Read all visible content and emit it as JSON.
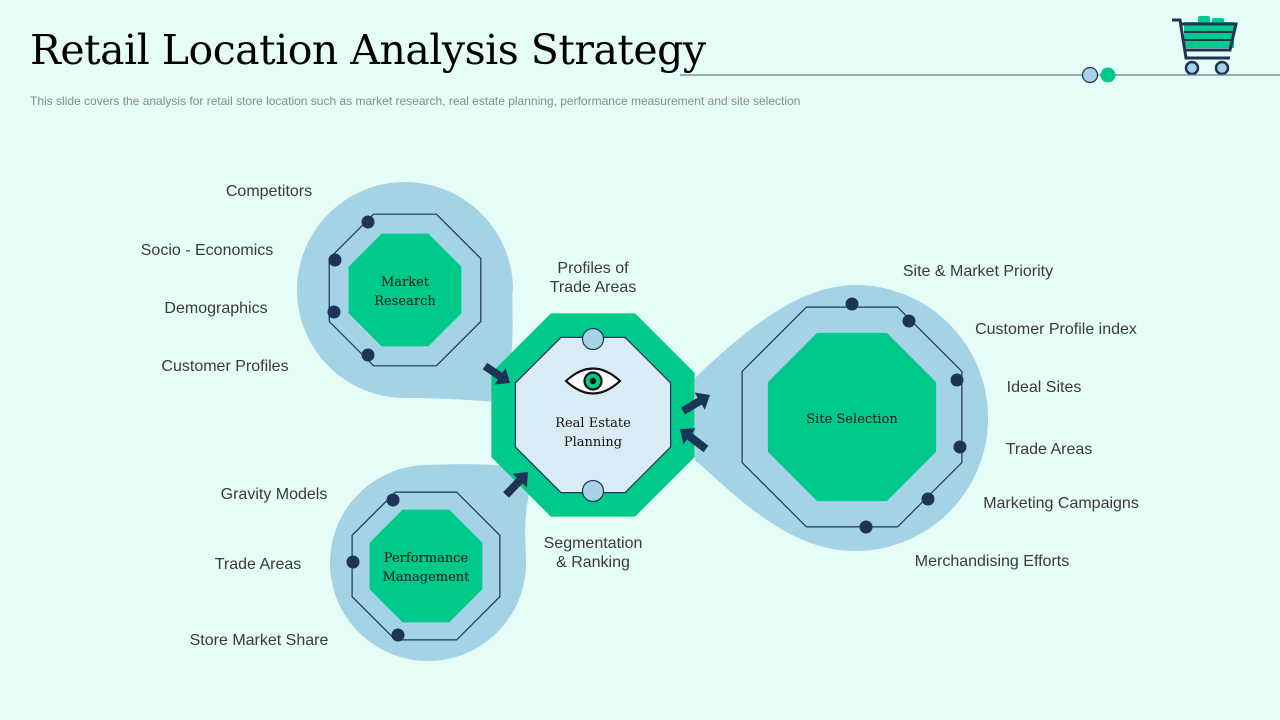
{
  "header": {
    "title": "Retail Location Analysis Strategy",
    "subtitle": "This slide covers the analysis for retail store location such as market research, real estate planning, performance  measurement and site selection",
    "logo_icon": "shopping-cart-icon"
  },
  "colors": {
    "background": "#e6fcf7",
    "blob": "#a3d3e4",
    "green": "#00c98c",
    "navy": "#1f3357",
    "center_fill": "#d9ecf5"
  },
  "diagram": {
    "center": {
      "label_line1": "Real Estate",
      "label_line2": "Planning",
      "icon": "eye-icon",
      "top_label_line1": "Profiles of",
      "top_label_line2": "Trade Areas",
      "bottom_label_line1": "Segmentation",
      "bottom_label_line2": "& Ranking"
    },
    "market_research": {
      "label_line1": "Market",
      "label_line2": "Research",
      "items": [
        "Competitors",
        "Socio - Economics",
        "Demographics",
        "Customer Profiles"
      ]
    },
    "performance_management": {
      "label_line1": "Performance",
      "label_line2": "Management",
      "items": [
        "Gravity Models",
        "Trade Areas",
        "Store Market Share"
      ]
    },
    "site_selection": {
      "label": "Site Selection",
      "items": [
        "Site & Market Priority",
        "Customer Profile index",
        "Ideal Sites",
        "Trade Areas",
        "Marketing Campaigns",
        "Merchandising Efforts"
      ]
    }
  }
}
